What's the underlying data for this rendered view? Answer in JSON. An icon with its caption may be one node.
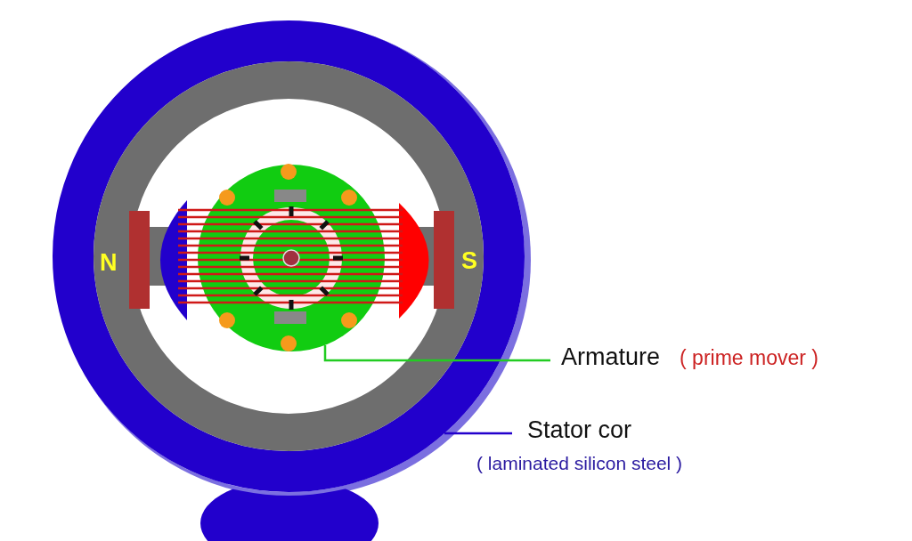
{
  "diagram": {
    "nodes": [
      {
        "text": [],
        "shape": "circle"
      },
      {
        "text": [],
        "shape": "circle",
        "in": 0
      },
      {
        "text": [
          "Armature",
          "( prime mover )"
        ]
      },
      {
        "text": [
          "Stator cor",
          "( laminated silicon steel )"
        ]
      }
    ],
    "edges": [
      {
        "from": 2,
        "to": 1,
        "arrow": "none",
        "color": "#22cc22"
      },
      {
        "from": 3,
        "to": 0,
        "arrow": "none",
        "color": "#2200cc"
      }
    ],
    "labels": [
      "N",
      "S"
    ]
  }
}
